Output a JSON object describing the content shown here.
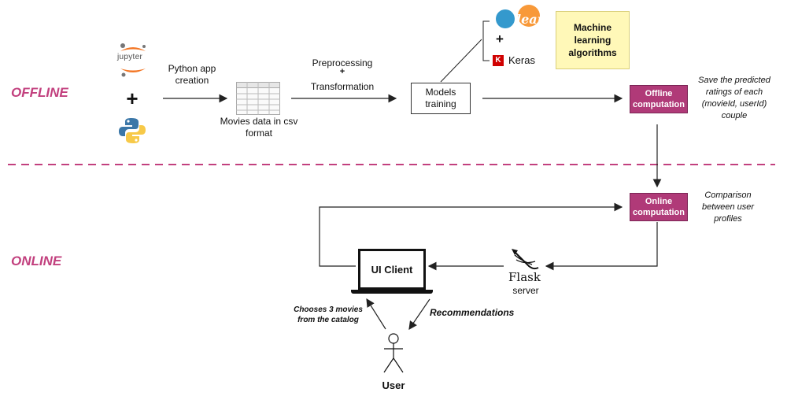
{
  "sections": {
    "offline": "OFFLINE",
    "online": "ONLINE"
  },
  "tools": {
    "jupyter": "jupyter",
    "sklearn": "learn",
    "keras_k": "K",
    "keras": "Keras",
    "flask": "Flask",
    "plus": "+"
  },
  "labels": {
    "python_app": "Python app creation",
    "movies_data": "Movies data in csv format",
    "preprocessing": "Preprocessing",
    "transformation": "Transformation",
    "models_training": "Models training",
    "ml_algorithms": "Machine learning algorithms",
    "offline_computation": "Offline computation",
    "offline_note": "Save the predicted ratings of each (movieId, userId) couple",
    "online_computation": "Online computation",
    "online_note": "Comparison between user profiles",
    "ui_client": "UI Client",
    "server": "server",
    "chooses": "Chooses 3 movies from the catalog",
    "recommendations": "Recommendations",
    "user": "User"
  },
  "colors": {
    "accent": "#b03a78",
    "dash": "#c2407e",
    "sticky": "#fff8b8"
  }
}
